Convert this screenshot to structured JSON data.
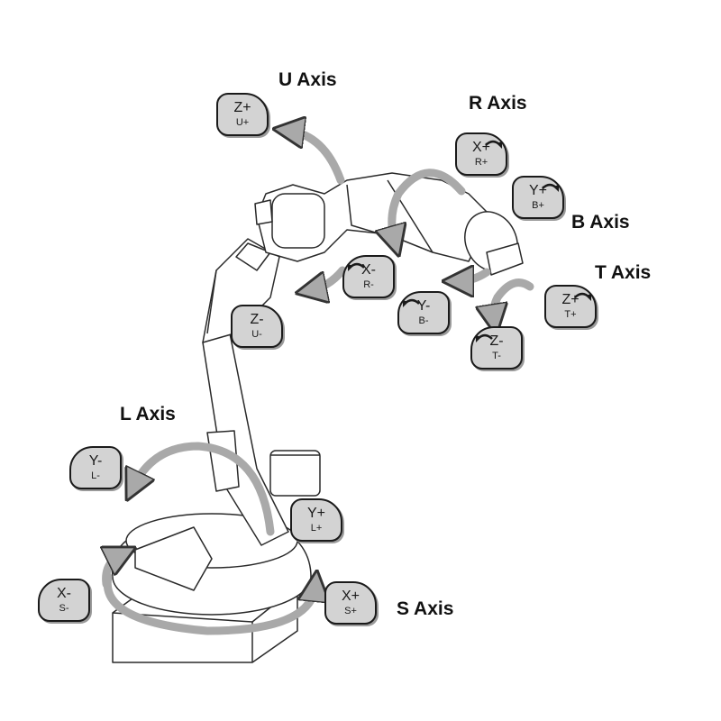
{
  "axes": {
    "u": {
      "label": "U Axis",
      "plus": {
        "main": "Z+",
        "sub": "U+"
      },
      "minus": {
        "main": "Z-",
        "sub": "U-"
      }
    },
    "r": {
      "label": "R Axis",
      "plus": {
        "main": "X+",
        "sub": "R+"
      },
      "minus": {
        "main": "X-",
        "sub": "R-"
      }
    },
    "b": {
      "label": "B Axis",
      "plus": {
        "main": "Y+",
        "sub": "B+"
      },
      "minus": {
        "main": "Y-",
        "sub": "B-"
      }
    },
    "t": {
      "label": "T Axis",
      "plus": {
        "main": "Z+",
        "sub": "T+"
      },
      "minus": {
        "main": "Z-",
        "sub": "T-"
      }
    },
    "l": {
      "label": "L Axis",
      "plus": {
        "main": "Y+",
        "sub": "L+"
      },
      "minus": {
        "main": "Y-",
        "sub": "L-"
      }
    },
    "s": {
      "label": "S Axis",
      "plus": {
        "main": "X+",
        "sub": "S+"
      },
      "minus": {
        "main": "X-",
        "sub": "S-"
      }
    }
  },
  "colors": {
    "key_fill": "#d3d3d3",
    "key_border": "#1a1a1a",
    "arrow_fill": "#a9a9a9",
    "robot_line": "#2a2a2a",
    "robot_fill": "#ffffff"
  },
  "icons": {
    "rotation_arrow": "curved-arrow-icon",
    "key_rotation_mark": "rotate-arrow-icon"
  }
}
